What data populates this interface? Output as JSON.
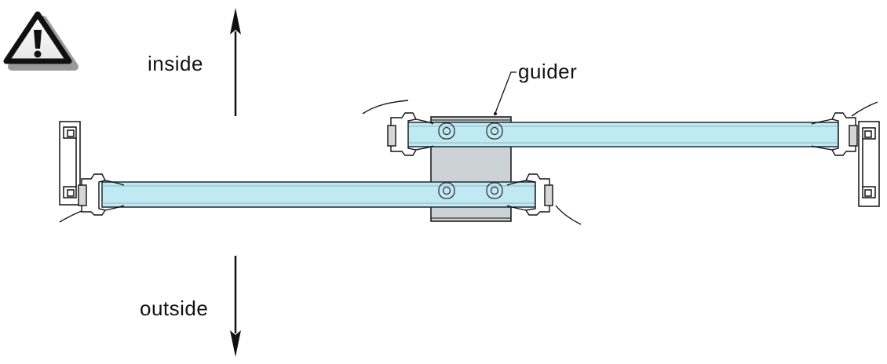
{
  "labels": {
    "inside": "inside",
    "outside": "outside",
    "guider": "guider"
  },
  "icons": {
    "warning": "warning-triangle-icon",
    "arrow_up": "arrow-up-icon",
    "arrow_down": "arrow-down-icon"
  },
  "colors": {
    "glass_fill": "#bfe9f3",
    "glass_stroke": "#1f2a30",
    "guider_fill": "#cdd2d4",
    "line": "#111111"
  }
}
